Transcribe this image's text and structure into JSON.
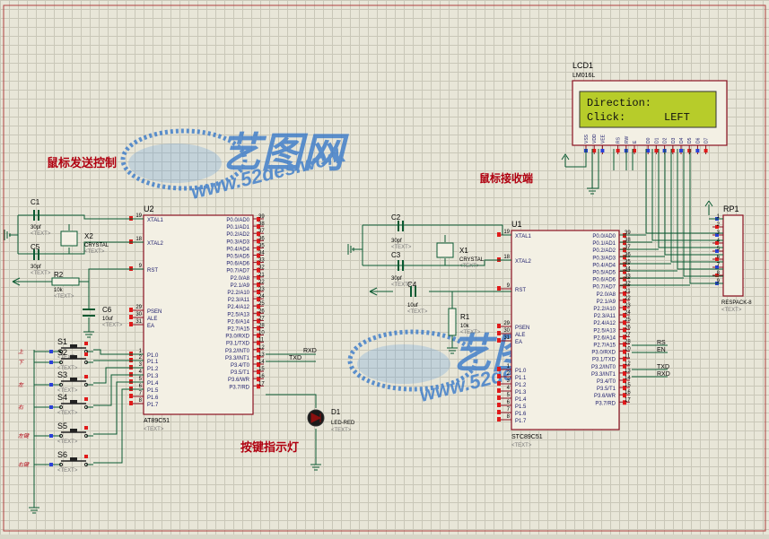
{
  "labels": {
    "sender_title": "鼠标发送控制",
    "receiver_title": "鼠标接收端",
    "indicator_title": "按键指示灯"
  },
  "watermark": {
    "cn_text": "艺图网",
    "url_text": "www.52des.work"
  },
  "lcd": {
    "ref": "LCD1",
    "model": "LM016L",
    "line1": "Direction:",
    "line2_label": "Click:",
    "line2_value": "LEFT",
    "pins": [
      "VSS",
      "VDD",
      "VEE",
      "RS",
      "RW",
      "E",
      "D0",
      "D1",
      "D2",
      "D3",
      "D4",
      "D5",
      "D6",
      "D7"
    ]
  },
  "u2": {
    "ref": "U2",
    "part": "AT89C51",
    "text": "<TEXT>",
    "left_pins": [
      {
        "num": "19",
        "name": "XTAL1"
      },
      {
        "num": "18",
        "name": "XTAL2"
      },
      {
        "num": "9",
        "name": "RST"
      },
      {
        "num": "29",
        "name": "PSEN"
      },
      {
        "num": "30",
        "name": "ALE"
      },
      {
        "num": "31",
        "name": "EA"
      },
      {
        "num": "1",
        "name": "P1.0"
      },
      {
        "num": "2",
        "name": "P1.1"
      },
      {
        "num": "3",
        "name": "P1.2"
      },
      {
        "num": "4",
        "name": "P1.3"
      },
      {
        "num": "5",
        "name": "P1.4"
      },
      {
        "num": "6",
        "name": "P1.5"
      },
      {
        "num": "7",
        "name": "P1.6"
      },
      {
        "num": "8",
        "name": "P1.7"
      }
    ],
    "right_pins": [
      {
        "num": "39",
        "name": "P0.0/AD0"
      },
      {
        "num": "38",
        "name": "P0.1/AD1"
      },
      {
        "num": "37",
        "name": "P0.2/AD2"
      },
      {
        "num": "36",
        "name": "P0.3/AD3"
      },
      {
        "num": "35",
        "name": "P0.4/AD4"
      },
      {
        "num": "34",
        "name": "P0.5/AD5"
      },
      {
        "num": "33",
        "name": "P0.6/AD6"
      },
      {
        "num": "32",
        "name": "P0.7/AD7"
      },
      {
        "num": "21",
        "name": "P2.0/A8"
      },
      {
        "num": "22",
        "name": "P2.1/A9"
      },
      {
        "num": "23",
        "name": "P2.2/A10"
      },
      {
        "num": "24",
        "name": "P2.3/A11"
      },
      {
        "num": "25",
        "name": "P2.4/A12"
      },
      {
        "num": "26",
        "name": "P2.5/A13"
      },
      {
        "num": "27",
        "name": "P2.6/A14"
      },
      {
        "num": "28",
        "name": "P2.7/A15"
      },
      {
        "num": "10",
        "name": "P3.0/RXD"
      },
      {
        "num": "11",
        "name": "P3.1/TXD"
      },
      {
        "num": "12",
        "name": "P3.2/INT0"
      },
      {
        "num": "13",
        "name": "P3.3/INT1"
      },
      {
        "num": "14",
        "name": "P3.4/T0"
      },
      {
        "num": "15",
        "name": "P3.5/T1"
      },
      {
        "num": "16",
        "name": "P3.6/WR"
      },
      {
        "num": "17",
        "name": "P3.7/RD"
      }
    ]
  },
  "u1": {
    "ref": "U1",
    "part": "STC89C51",
    "text": "<TEXT>",
    "left_pins": [
      {
        "num": "19",
        "name": "XTAL1"
      },
      {
        "num": "18",
        "name": "XTAL2"
      },
      {
        "num": "9",
        "name": "RST"
      },
      {
        "num": "29",
        "name": "PSEN"
      },
      {
        "num": "30",
        "name": "ALE"
      },
      {
        "num": "31",
        "name": "EA"
      },
      {
        "num": "1",
        "name": "P1.0"
      },
      {
        "num": "2",
        "name": "P1.1"
      },
      {
        "num": "3",
        "name": "P1.2"
      },
      {
        "num": "4",
        "name": "P1.3"
      },
      {
        "num": "5",
        "name": "P1.4"
      },
      {
        "num": "6",
        "name": "P1.5"
      },
      {
        "num": "7",
        "name": "P1.6"
      },
      {
        "num": "8",
        "name": "P1.7"
      }
    ],
    "right_pins": [
      {
        "num": "39",
        "name": "P0.0/AD0"
      },
      {
        "num": "38",
        "name": "P0.1/AD1"
      },
      {
        "num": "37",
        "name": "P0.2/AD2"
      },
      {
        "num": "36",
        "name": "P0.3/AD3"
      },
      {
        "num": "35",
        "name": "P0.4/AD4"
      },
      {
        "num": "34",
        "name": "P0.5/AD5"
      },
      {
        "num": "33",
        "name": "P0.6/AD6"
      },
      {
        "num": "32",
        "name": "P0.7/AD7"
      },
      {
        "num": "21",
        "name": "P2.0/A8"
      },
      {
        "num": "22",
        "name": "P2.1/A9"
      },
      {
        "num": "23",
        "name": "P2.2/A10"
      },
      {
        "num": "24",
        "name": "P2.3/A11"
      },
      {
        "num": "25",
        "name": "P2.4/A12"
      },
      {
        "num": "26",
        "name": "P2.5/A13"
      },
      {
        "num": "27",
        "name": "P2.6/A14"
      },
      {
        "num": "28",
        "name": "P2.7/A15"
      },
      {
        "num": "10",
        "name": "P3.0/RXD"
      },
      {
        "num": "11",
        "name": "P3.1/TXD"
      },
      {
        "num": "12",
        "name": "P3.2/INT0"
      },
      {
        "num": "13",
        "name": "P3.3/INT1"
      },
      {
        "num": "14",
        "name": "P3.4/T0"
      },
      {
        "num": "15",
        "name": "P3.5/T1"
      },
      {
        "num": "16",
        "name": "P3.6/WR"
      },
      {
        "num": "17",
        "name": "P3.7/RD"
      }
    ]
  },
  "net_labels": {
    "u2_rx": "RXD",
    "u2_tx": "TXD",
    "u1_rs": "RS",
    "u1_en": "EN",
    "u1_tx": "TXD",
    "u1_rx": "RXD"
  },
  "rp1": {
    "ref": "RP1",
    "part": "RESPACK-8",
    "text": "<TEXT>",
    "pins": [
      "1",
      "2",
      "3",
      "4",
      "5",
      "6",
      "7",
      "8",
      "9"
    ]
  },
  "parts": {
    "c1": {
      "ref": "C1",
      "value": "30pf",
      "text": "<TEXT>"
    },
    "c5": {
      "ref": "C5",
      "value": "30pf",
      "text": "<TEXT>"
    },
    "x2": {
      "ref": "X2",
      "value": "CRYSTAL",
      "text": "<TEXT>"
    },
    "r2": {
      "ref": "R2",
      "value": "10k",
      "text": "<TEXT>"
    },
    "c6": {
      "ref": "C6",
      "value": "10uf",
      "text": "<TEXT>"
    },
    "c2": {
      "ref": "C2",
      "value": "30pf",
      "text": "<TEXT>"
    },
    "c3": {
      "ref": "C3",
      "value": "30pf",
      "text": "<TEXT>"
    },
    "x1": {
      "ref": "X1",
      "value": "CRYSTAL",
      "text": "<TEXT>"
    },
    "c4": {
      "ref": "C4",
      "value": "10uf",
      "text": "<TEXT>"
    },
    "r1": {
      "ref": "R1",
      "value": "10k",
      "text": "<TEXT>"
    },
    "d1": {
      "ref": "D1",
      "value": "LED-RED",
      "text": "<TEXT>"
    }
  },
  "switches": [
    {
      "ref": "S1",
      "text": "<TEXT>",
      "note": "上"
    },
    {
      "ref": "S2",
      "text": "<TEXT>",
      "note": "下"
    },
    {
      "ref": "S3",
      "text": "<TEXT>",
      "note": "左"
    },
    {
      "ref": "S4",
      "text": "<TEXT>",
      "note": "右"
    },
    {
      "ref": "S5",
      "text": "<TEXT>",
      "note": "左键"
    },
    {
      "ref": "S6",
      "text": "<TEXT>",
      "note": "右键"
    }
  ],
  "colors": {
    "wire": "#0a5a32",
    "part_outline": "#8a1020",
    "part_fill": "#f3f0e4",
    "pin_text": "#1a1a6a",
    "title_red": "#b00010",
    "pin_red": "#e01a1a",
    "pin_blue": "#2a40d8",
    "lcd_bg": "#b7cc2a",
    "watermark_blue": "#2d72c8"
  }
}
